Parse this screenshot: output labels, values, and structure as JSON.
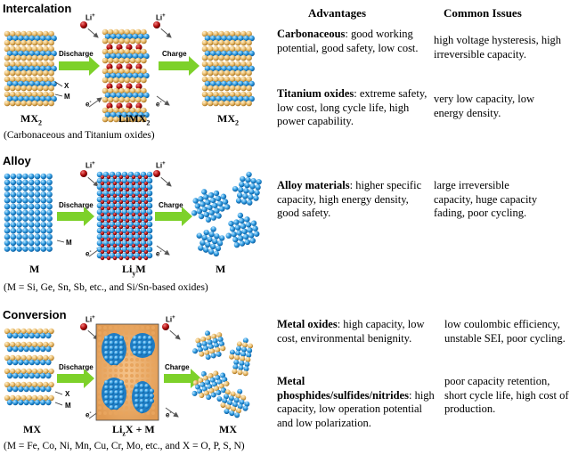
{
  "headers": {
    "advantages": "Advantages",
    "issues": "Common Issues"
  },
  "colors": {
    "arrow": "#7dd12a",
    "atom_blue": "#2f9be0",
    "atom_tan": "#e7b866",
    "ion_red": "#b30d0d"
  },
  "sections": {
    "intercalation": {
      "title": "Intercalation",
      "left_label": "MX",
      "left_sub": "2",
      "mid_label": "LiMX",
      "mid_sub": "2",
      "right_label": "MX",
      "right_sub": "2",
      "discharge": "Discharge",
      "charge": "Charge",
      "li_ion": "Li",
      "li_sup": "+",
      "electron": "e",
      "electron_sup": "-",
      "x_label": "X",
      "m_label": "M",
      "note": "(Carbonaceous and Titanium oxides)",
      "advantages": [
        {
          "bold": "Carbonaceous",
          "text": ": good working potential, good safety, low cost."
        },
        {
          "bold": "Titanium oxides",
          "text": ": extreme safety, low cost, long cycle life, high power capability."
        }
      ],
      "issues": [
        "high voltage hysteresis, high irreversible capacity.",
        "very low capacity, low energy density."
      ]
    },
    "alloy": {
      "title": "Alloy",
      "left_label": "M",
      "mid_label": "Li",
      "mid_sub": "y",
      "mid_label2": "M",
      "right_label": "M",
      "discharge": "Discharge",
      "charge": "Charge",
      "li_ion": "Li",
      "li_sup": "+",
      "electron": "e",
      "electron_sup": "-",
      "m_label": "M",
      "note": "(M = Si, Ge, Sn, Sb, etc., and Si/Sn-based oxides)",
      "advantages": [
        {
          "bold": "Alloy materials",
          "text": ": higher specific capacity, high energy density, good safety."
        }
      ],
      "issues": [
        "large irreversible capacity, huge capacity fading, poor cycling."
      ]
    },
    "conversion": {
      "title": "Conversion",
      "left_label": "MX",
      "mid_label": "Li",
      "mid_sub": "z",
      "mid_label2": "X + M",
      "right_label": "MX",
      "discharge": "Discharge",
      "charge": "Charge",
      "li_ion": "Li",
      "li_sup": "+",
      "electron": "e",
      "electron_sup": "-",
      "x_label": "X",
      "m_label": "M",
      "note": "(M = Fe, Co, Ni, Mn, Cu, Cr, Mo, etc., and X = O, P, S, N)",
      "advantages": [
        {
          "bold": "Metal oxides",
          "text": ": high capacity, low cost, environmental benignity."
        },
        {
          "bold": "Metal phosphides/sulfides/nitrides",
          "text": ": high capacity, low operation potential and low polarization."
        }
      ],
      "issues": [
        "low coulombic efficiency, unstable SEI, poor cycling.",
        "poor capacity retention, short cycle life, high cost of production."
      ]
    }
  }
}
